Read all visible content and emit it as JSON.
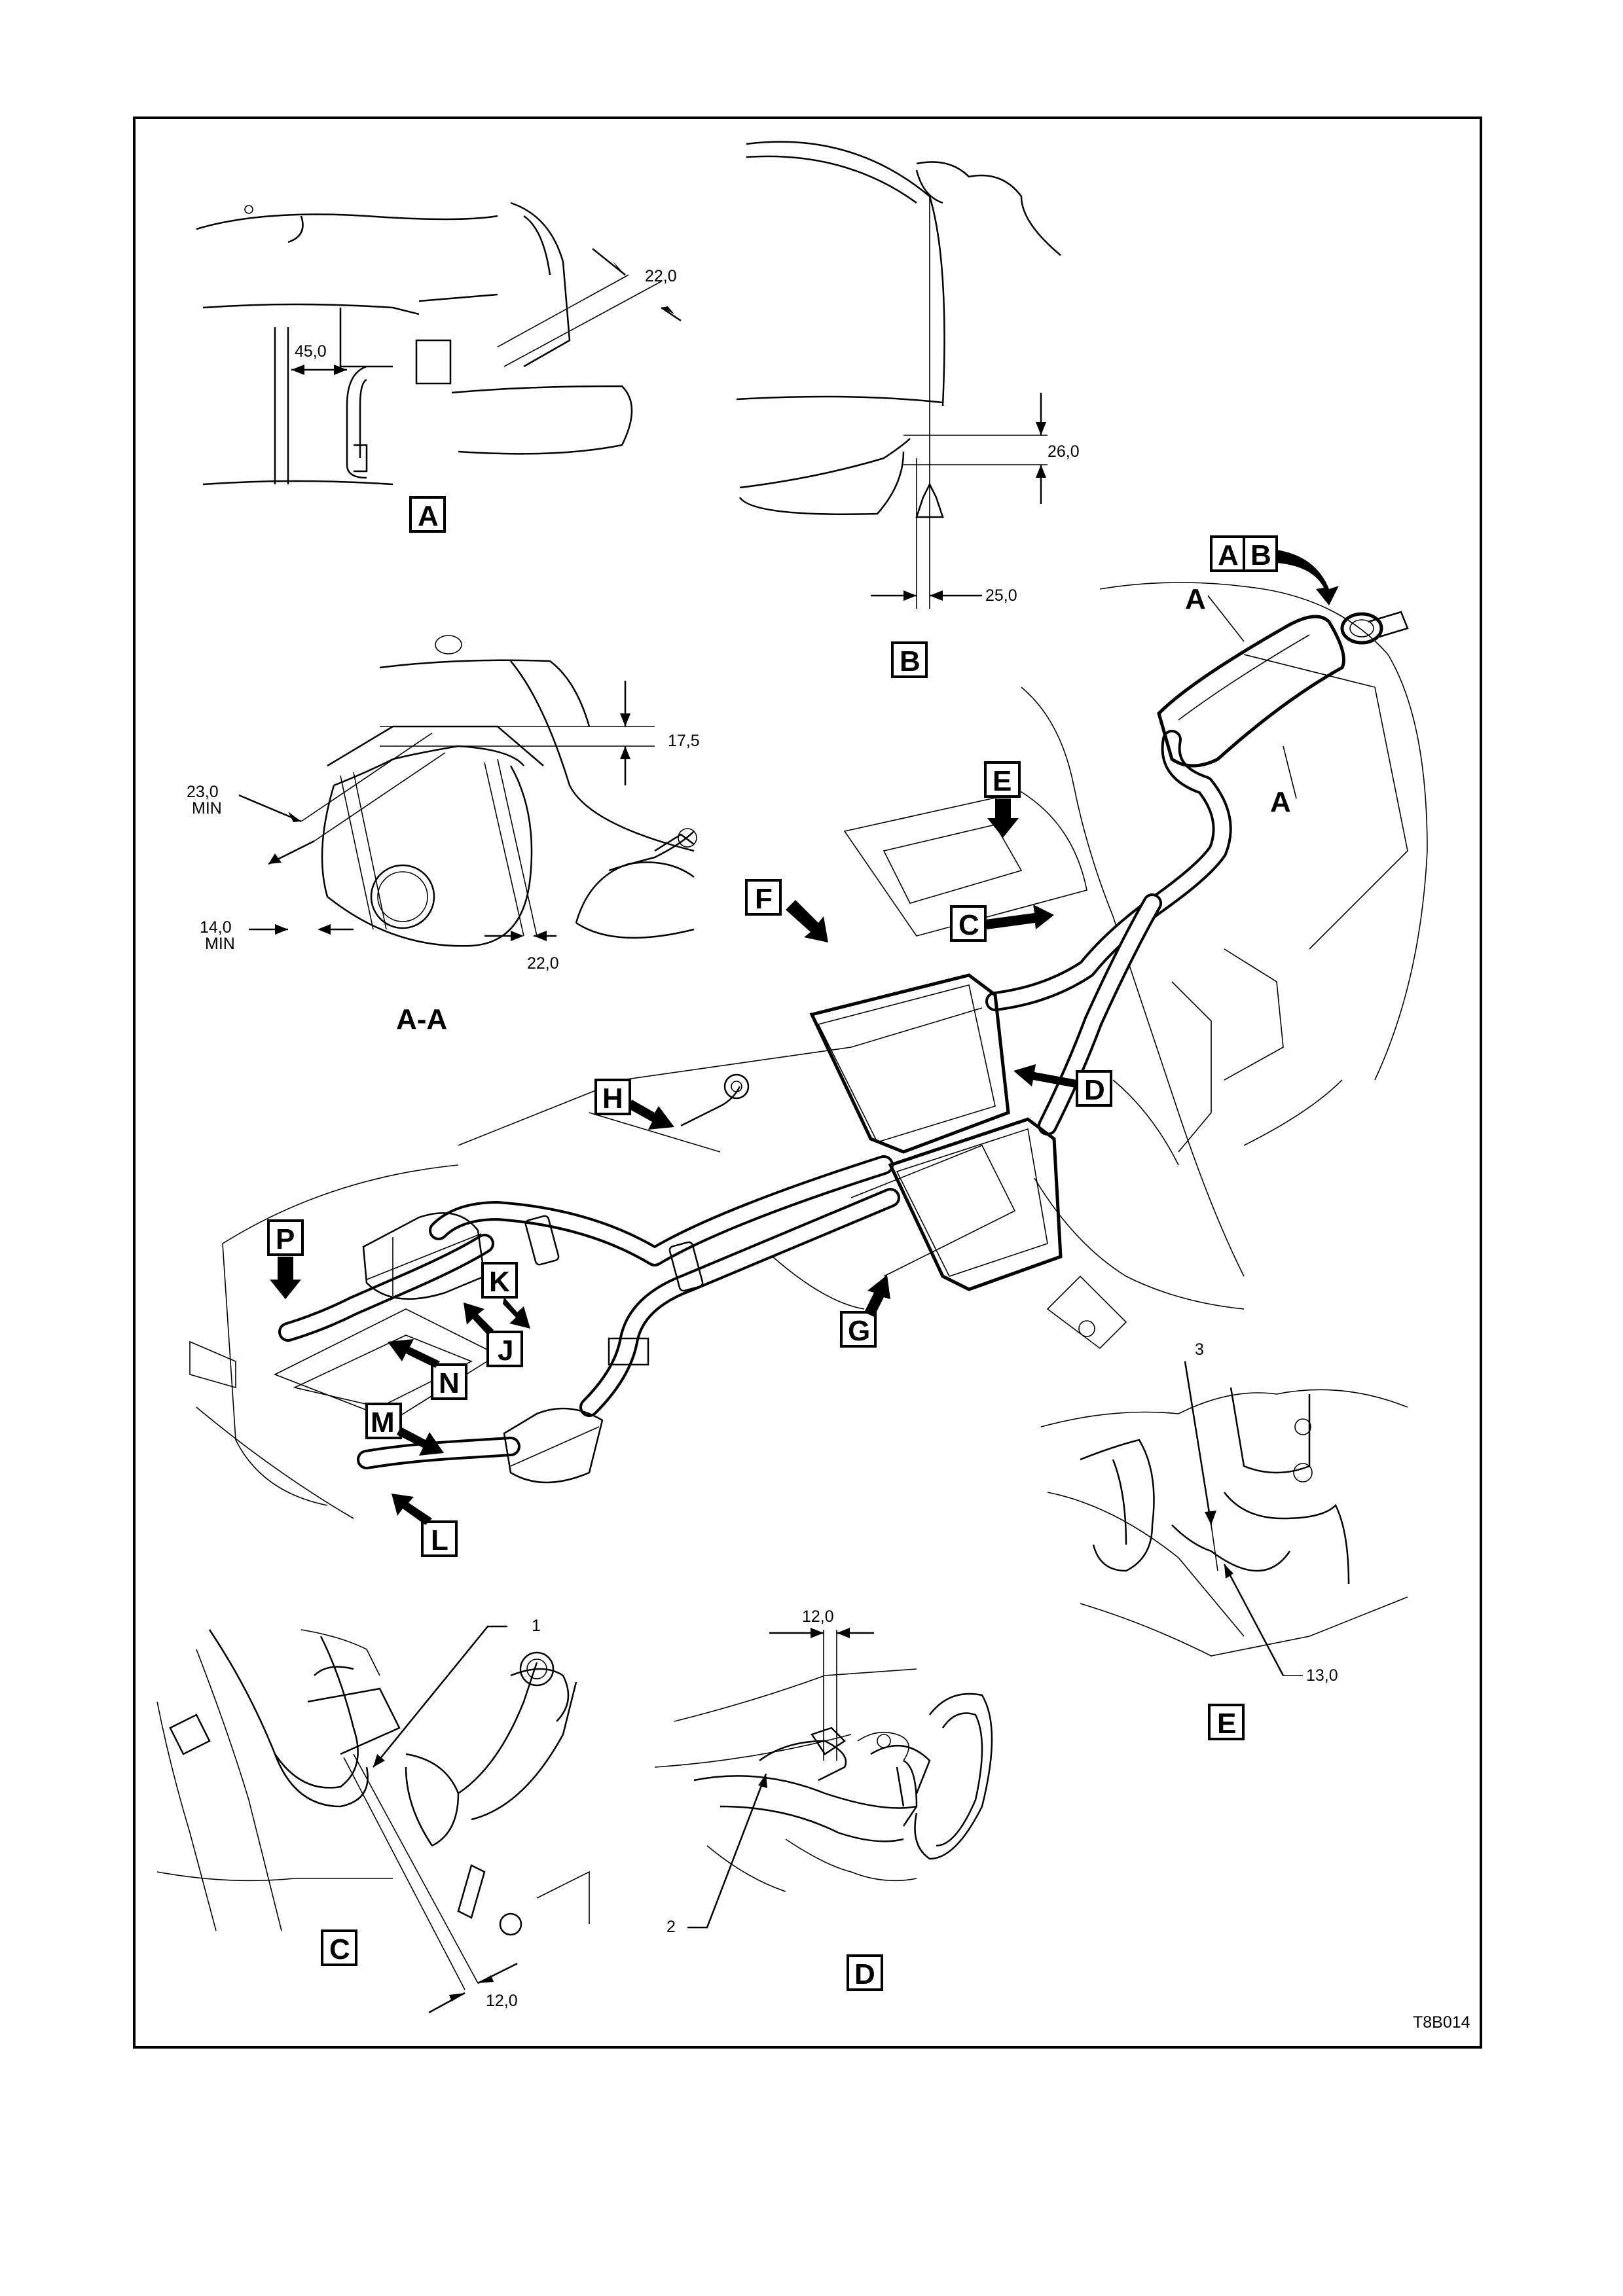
{
  "drawing_code": "T8B014",
  "views": {
    "A": "A",
    "B": "B",
    "AA": "A-A",
    "C": "C",
    "D": "D",
    "E": "E"
  },
  "dimensions": {
    "a_22": "22,0",
    "a_45": "45,0",
    "b_26": "26,0",
    "b_25": "25,0",
    "aa_17": "17,5",
    "aa_23": "23,0",
    "aa_23_min": "MIN",
    "aa_14": "14,0",
    "aa_14_min": "MIN",
    "aa_22": "22,0",
    "c_12": "12,0",
    "d_12": "12,0",
    "e_13": "13,0"
  },
  "callouts": {
    "one": "1",
    "two": "2",
    "three": "3"
  },
  "section_mark": "A",
  "arrow_labels": {
    "A": "A",
    "B": "B",
    "C": "C",
    "D": "D",
    "E": "E",
    "F": "F",
    "G": "G",
    "H": "H",
    "J": "J",
    "K": "K",
    "L": "L",
    "M": "M",
    "N": "N",
    "P": "P"
  }
}
